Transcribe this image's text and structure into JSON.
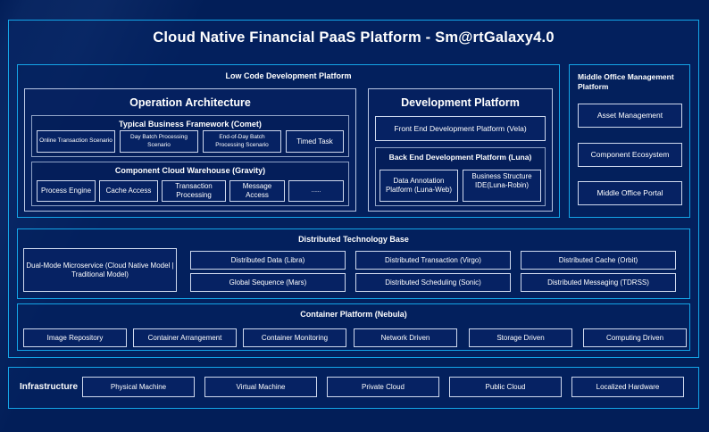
{
  "page": {
    "title": "Cloud Native Financial PaaS Platform - Sm@rtGalaxy4.0",
    "accent_color": "#14a5e8",
    "background_color": "#021e58",
    "cell_background": "#062263",
    "cell_border_color": "#cfd9ee"
  },
  "low_code": {
    "title": "Low Code Development Platform",
    "operation_architecture": {
      "title": "Operation Architecture",
      "business_framework": {
        "title": "Typical Business Framework (Comet)",
        "items": [
          "Online Transaction Scenario",
          "Day Batch Processing Scenario",
          "End-of-Day Batch Processing Scenario",
          "Timed Task"
        ]
      },
      "component_warehouse": {
        "title": "Component Cloud Warehouse (Gravity)",
        "items": [
          "Process Engine",
          "Cache Access",
          "Transaction Processing",
          "Message Access",
          "......"
        ]
      }
    },
    "development_platform": {
      "title": "Development Platform",
      "front_end": "Front End Development Platform (Vela)",
      "back_end": {
        "title": "Back End Development Platform (Luna)",
        "items": [
          "Data Annotation Platform (Luna-Web)",
          "Business Structure IDE(Luna-Robin)"
        ]
      }
    }
  },
  "middle_office": {
    "title": "Middle Office Management Platform",
    "items": [
      "Asset Management",
      "Component Ecosystem",
      "Middle Office Portal"
    ]
  },
  "distributed_technology_base": {
    "title": "Distributed Technology Base",
    "dual_mode": "Dual-Mode Microservice (Cloud Native Model | Traditional Model)",
    "grid": [
      [
        "Distributed Data (Libra)",
        "Distributed Transaction (Virgo)",
        "Distributed Cache (Orbit)"
      ],
      [
        "Global Sequence (Mars)",
        "Distributed Scheduling (Sonic)",
        "Distributed Messaging (TDRSS)"
      ]
    ]
  },
  "container_platform": {
    "title": "Container Platform (Nebula)",
    "items": [
      "Image Repository",
      "Container Arrangement",
      "Container Monitoring",
      "Network Driven",
      "Storage Driven",
      "Computing Driven"
    ]
  },
  "infrastructure": {
    "label": "Infrastructure",
    "items": [
      "Physical Machine",
      "Virtual Machine",
      "Private Cloud",
      "Public Cloud",
      "Localized Hardware"
    ]
  }
}
